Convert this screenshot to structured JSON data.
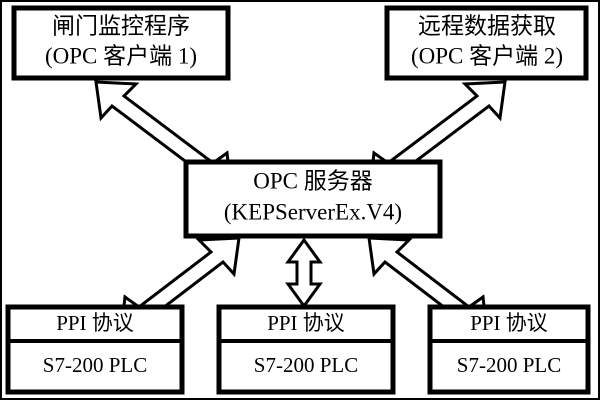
{
  "diagram": {
    "title_present": false,
    "background_color": "#ffffff",
    "line_color": "#000000",
    "nodes": {
      "client1": {
        "line1": "闸门监控程序",
        "line2": "(OPC 客户端 1)"
      },
      "client2": {
        "line1": "远程数据获取",
        "line2": "(OPC 客户端 2)"
      },
      "server": {
        "line1": "OPC 服务器",
        "line2": "(KEPServerEx.V4)"
      },
      "plc_left": {
        "protocol": "PPI 协议",
        "device": "S7-200 PLC"
      },
      "plc_center": {
        "protocol": "PPI 协议",
        "device": "S7-200 PLC"
      },
      "plc_right": {
        "protocol": "PPI 协议",
        "device": "S7-200 PLC"
      }
    },
    "connectors": [
      {
        "name": "client1-server",
        "style": "double-headed-hollow-arrow",
        "direction": "diagonal-down-right"
      },
      {
        "name": "client2-server",
        "style": "double-headed-hollow-arrow",
        "direction": "diagonal-down-left"
      },
      {
        "name": "server-plc-left",
        "style": "double-headed-hollow-arrow",
        "direction": "diagonal-down-left"
      },
      {
        "name": "server-plc-center",
        "style": "double-headed-hollow-arrow",
        "direction": "vertical"
      },
      {
        "name": "server-plc-right",
        "style": "double-headed-hollow-arrow",
        "direction": "diagonal-down-right"
      }
    ]
  }
}
